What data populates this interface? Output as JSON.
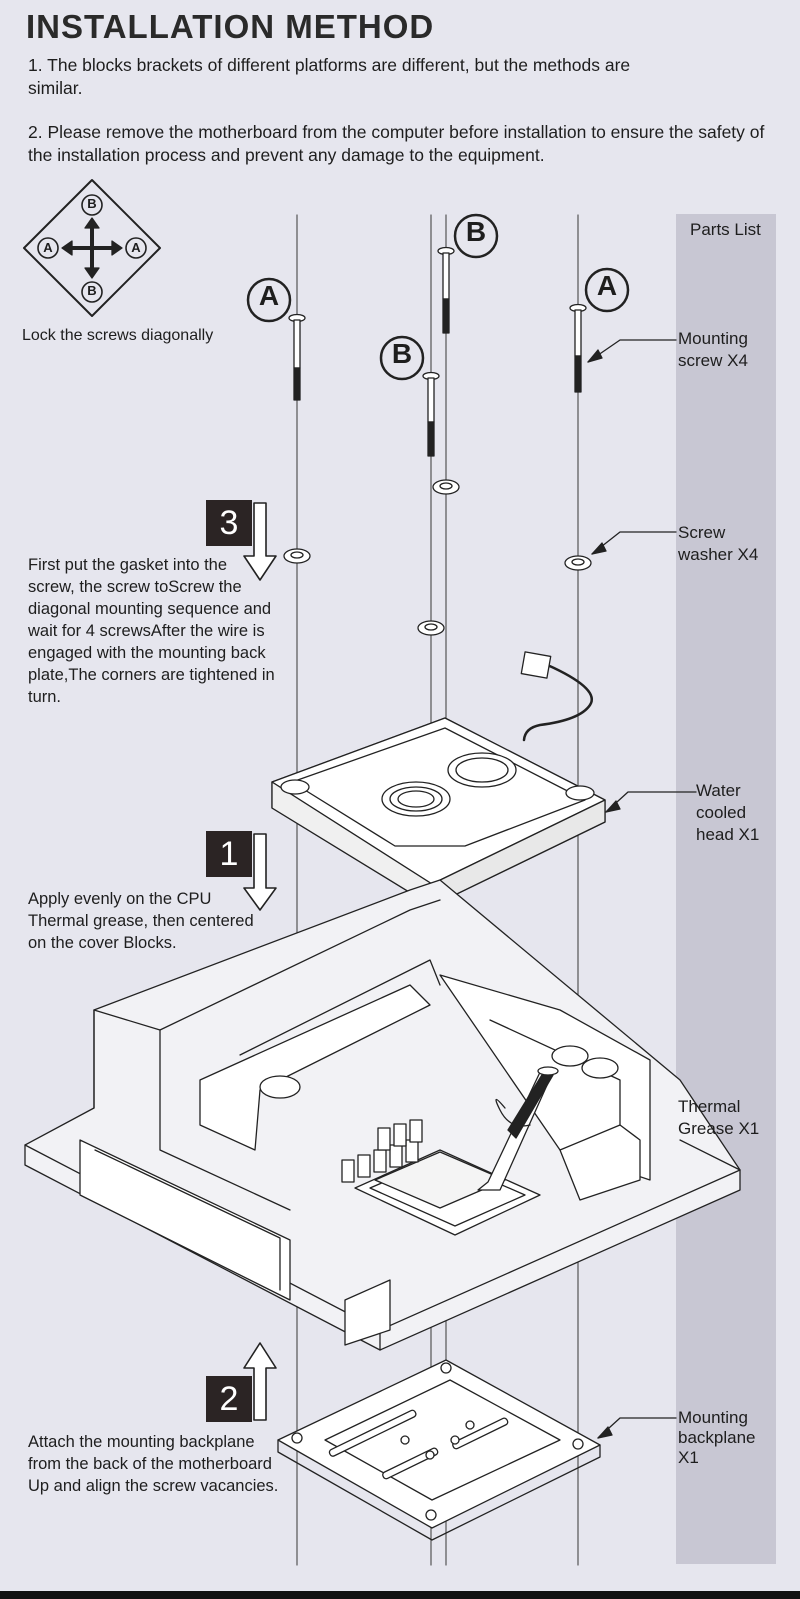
{
  "header": {
    "title": "INSTALLATION METHOD",
    "intro": [
      "1. The blocks brackets of different platforms are different, but the methods are similar.",
      "2. Please remove the motherboard from the computer before installation to ensure the safety of the installation process and prevent any damage to the equipment."
    ]
  },
  "lock_diagram": {
    "caption": "Lock the screws diagonally",
    "letters": {
      "a": "A",
      "b": "B"
    }
  },
  "parts_list": {
    "title": "Parts List",
    "items": [
      {
        "label": "Mounting screw X4"
      },
      {
        "label": "Screw washer X4"
      },
      {
        "label": "Water cooled head X1"
      },
      {
        "label": "Thermal Grease X1"
      },
      {
        "label": "Mounting backplane X1"
      }
    ]
  },
  "steps": [
    {
      "number": "3",
      "text": "First put the gasket into the screw, the screw toScrew the diagonal mounting sequence and wait for 4 screwsAfter the wire is engaged with the mounting back plate,The corners are tightened in turn."
    },
    {
      "number": "1",
      "text": "Apply evenly on the CPU Thermal grease, then centered on the cover Blocks."
    },
    {
      "number": "2",
      "text": "Attach the mounting backplane from the back of the motherboard  Up and align the screw vacancies."
    }
  ],
  "screw_labels": {
    "a": "A",
    "b": "B"
  },
  "colors": {
    "background": "#e6e6ee",
    "panel": "#c8c7d3",
    "step_box": "#2b2424",
    "line": "#222222"
  }
}
